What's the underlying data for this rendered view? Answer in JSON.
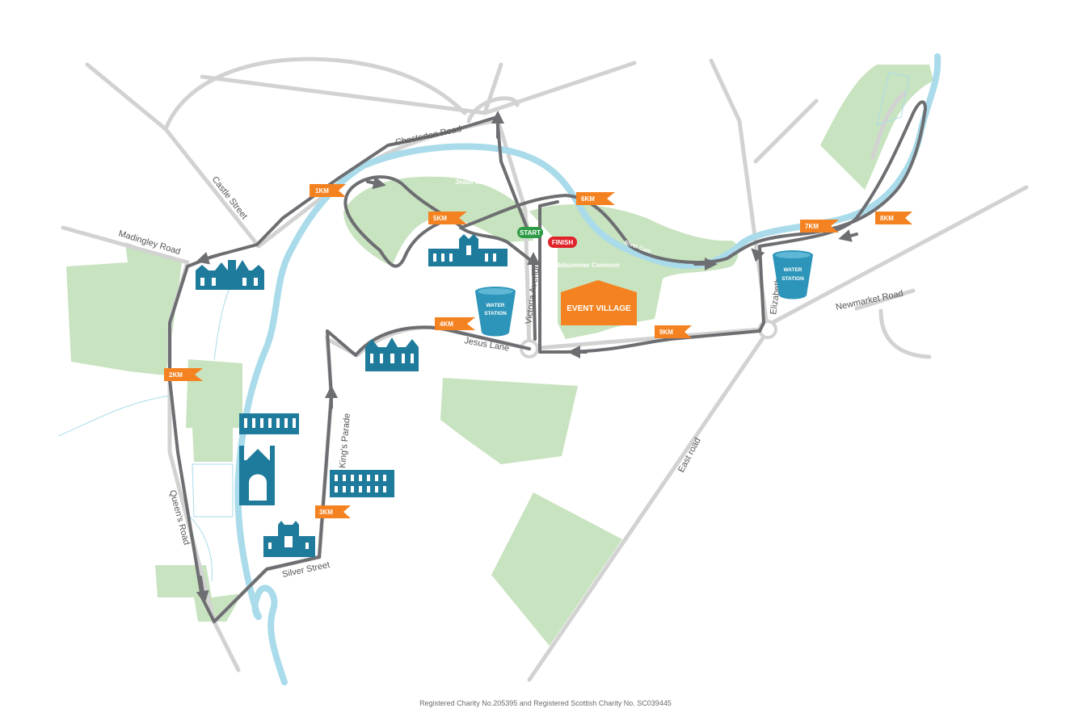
{
  "colors": {
    "park": "#c8e3bf",
    "river": "#a9dbea",
    "road": "#d2d2d2",
    "route": "#6d6e71",
    "km_marker": "#f58220",
    "start": "#2e9b47",
    "finish": "#e0222a",
    "building": "#1f7b9c",
    "water": "#2d95ba",
    "event_village": "#f58220"
  },
  "roads": {
    "chesterton_road": "Chesterton Road",
    "castle_street": "Castle Street",
    "madingley_road": "Madingley Road",
    "queens_road": "Queen's Road",
    "silver_street": "Silver Street",
    "kings_parade": "King's Parade",
    "jesus_lane": "Jesus Lane",
    "victoria_avenue": "Victoria Avenue",
    "elizabeth_way": "Elizabeth way",
    "newmarket_road": "Newmarket Road",
    "east_road": "East road"
  },
  "rivers": {
    "cam_1": "River Cam",
    "cam_2": "River Cam",
    "cam_3": "River Cam"
  },
  "parks": {
    "jesus_green": "Jesus Green",
    "midsummer_common": "Midsummer Common"
  },
  "km_markers": {
    "km1": "1KM",
    "km2": "2KM",
    "km3": "3KM",
    "km4": "4KM",
    "km5": "5KM",
    "km6": "6KM",
    "km7": "7KM",
    "km8": "8KM",
    "km9": "9KM"
  },
  "start_label": "START",
  "finish_label": "FINISH",
  "water_stations": {
    "a_line1": "WATER",
    "a_line2": "STATION",
    "b_line1": "WATER",
    "b_line2": "STATION"
  },
  "event_village": "EVENT VILLAGE",
  "footer": "Registered Charity No.205395 and Registered Scottish Charity No. SC039445"
}
